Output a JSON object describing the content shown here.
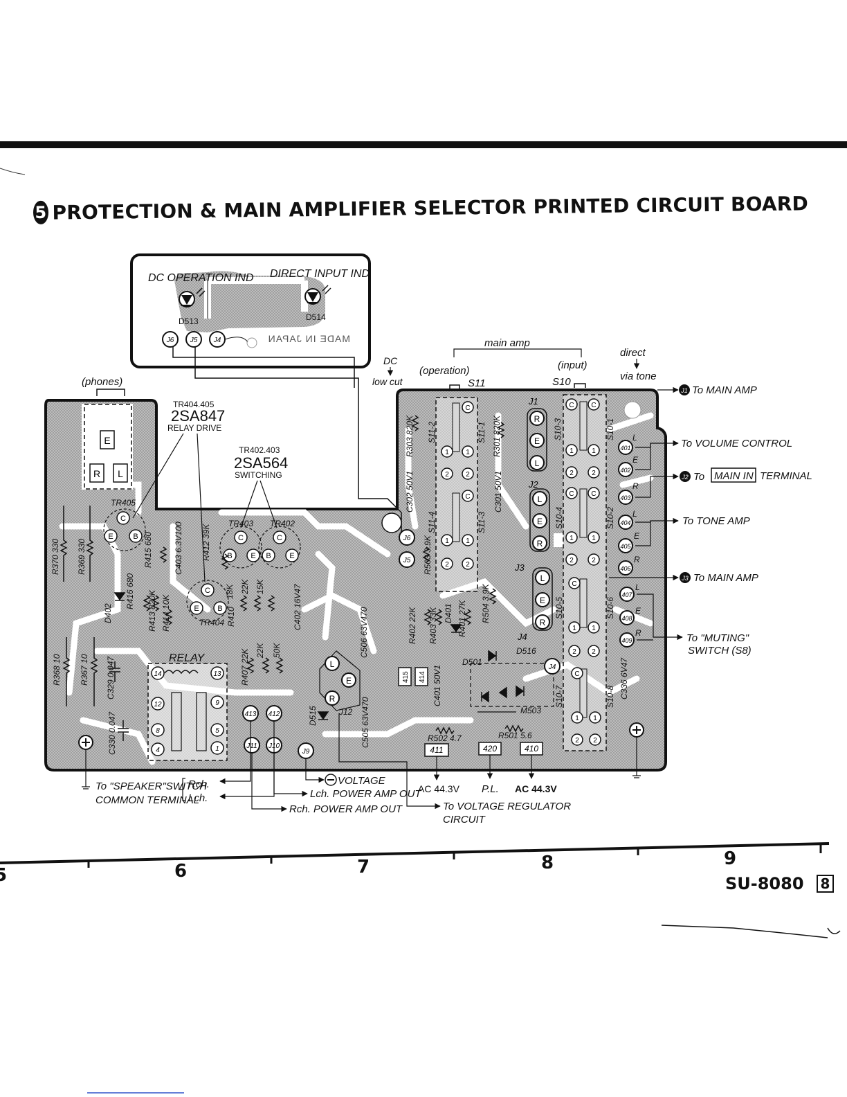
{
  "title": {
    "number": "5",
    "text": "PROTECTION & MAIN AMPLIFIER SELECTOR PRINTED CIRCUIT BOARD"
  },
  "indicator_board": {
    "dc_operation_ind": "DC OPERATION IND",
    "direct_input_ind": "DIRECT INPUT IND",
    "led_left": "D513",
    "led_right": "D514",
    "made_in": "MADE IN JAPAN",
    "jacks": [
      "J6",
      "J5",
      "J4"
    ]
  },
  "headings": {
    "phones": "(phones)",
    "dc": "DC",
    "low_cut": "low cut",
    "main_amp": "main amp",
    "operation": "(operation)",
    "input": "(input)",
    "s11": "S11",
    "s10": "S10",
    "direct": "direct",
    "via_tone": "via tone"
  },
  "transistor_labels": {
    "relay_drive_parts": "TR404.405",
    "relay_drive_type": "2SA847",
    "relay_drive_func": "RELAY DRIVE",
    "switching_parts": "TR402.403",
    "switching_type": "2SA564",
    "switching_func": "SWITCHING"
  },
  "board_parts": {
    "phones_pins": [
      "E",
      "R",
      "L"
    ],
    "tr405": "TR405",
    "tr404": "TR404",
    "tr403": "TR403",
    "tr402": "TR402",
    "relay": "RELAY",
    "resistors_left": [
      "R370 330",
      "R369 330",
      "R368 10",
      "R367 10"
    ],
    "caps_left": [
      "C329 0.047",
      "C330 0.047"
    ],
    "d402": "D402",
    "r416": "R416 680",
    "r415": "R415 680",
    "r413": "R413 820K",
    "r414": "R414 10K",
    "c403": "C403 6.3V100",
    "r412": "R412 39K",
    "r410": "R410",
    "r411": "18K",
    "r409": "22K",
    "r408": "15K",
    "c402": "C402 16V47",
    "r407": "R407 22K",
    "r406": "22K",
    "r405": "50K",
    "r303": "R303 820K",
    "r301": "R301 820K",
    "c302": "C302 50V1",
    "c301": "C301 50V1",
    "r503": "R503 3.9K",
    "r402": "R402 22K",
    "r403": "R403 33K",
    "d401": "D401",
    "r401": "R401 27K",
    "r504": "R504 3.9K",
    "c506": "C506 63V470",
    "c505": "C505 63V470",
    "c401": "C401 50V1",
    "d515": "D515",
    "d516": "D516",
    "d501": "D501",
    "m503": "M503",
    "r502": "R502 4.7",
    "r501": "R501 5.6",
    "c336": "C336 6V47",
    "j12": "J12",
    "switch_sections": [
      "S11-2",
      "S11-1",
      "S10-3",
      "S10-1",
      "S11-4",
      "S11-3",
      "S10-4",
      "S10-2",
      "S10-5",
      "S10-6",
      "S10-7",
      "S10-8"
    ],
    "jack_labels": [
      "J1",
      "J2",
      "J3",
      "J4",
      "J5",
      "J6"
    ],
    "terminals_right": [
      "401",
      "402",
      "403",
      "404",
      "405",
      "406",
      "407",
      "408",
      "409"
    ],
    "terminals_right_side": [
      "L",
      "E",
      "R",
      "L",
      "E",
      "R",
      "L",
      "E",
      "R"
    ],
    "terminals_bottom": [
      "411",
      "420",
      "410"
    ],
    "terminals_mid": [
      "415",
      "414"
    ],
    "relay_pins": [
      "14",
      "13",
      "12",
      "9",
      "8",
      "5",
      "4",
      "1"
    ],
    "speaker_terms": [
      "413",
      "412",
      "J11",
      "J10",
      "J9"
    ]
  },
  "right_callouts": {
    "j1": "J1",
    "j1_text": "To MAIN AMP",
    "vol": "To VOLUME CONTROL",
    "j2": "J2",
    "j2_to": "To",
    "j2_box": "MAIN IN",
    "j2_text": "TERMINAL",
    "tone": "To TONE AMP",
    "j3": "J3",
    "j3_text": "To MAIN AMP",
    "muting_1": "To \"MUTING\"",
    "muting_2": "SWITCH (S8)"
  },
  "bottom_callouts": {
    "speaker_1": "To \"SPEAKER\"SWITCH",
    "speaker_2": "COMMON TERMINAL",
    "rch": "Rch.",
    "lch": "Lch.",
    "voltage": "VOLTAGE",
    "lch_out": "Lch. POWER AMP OUT",
    "rch_out": "Rch. POWER AMP OUT",
    "ac1": "AC 44.3V",
    "pl": "P.L.",
    "ac2": "AC 44.3V",
    "vreg_1": "To VOLTAGE REGULATOR",
    "vreg_2": "CIRCUIT"
  },
  "scale": {
    "ticks": [
      "5",
      "6",
      "7",
      "8",
      "9"
    ]
  },
  "footer": {
    "model": "SU-8080",
    "page": "8"
  }
}
